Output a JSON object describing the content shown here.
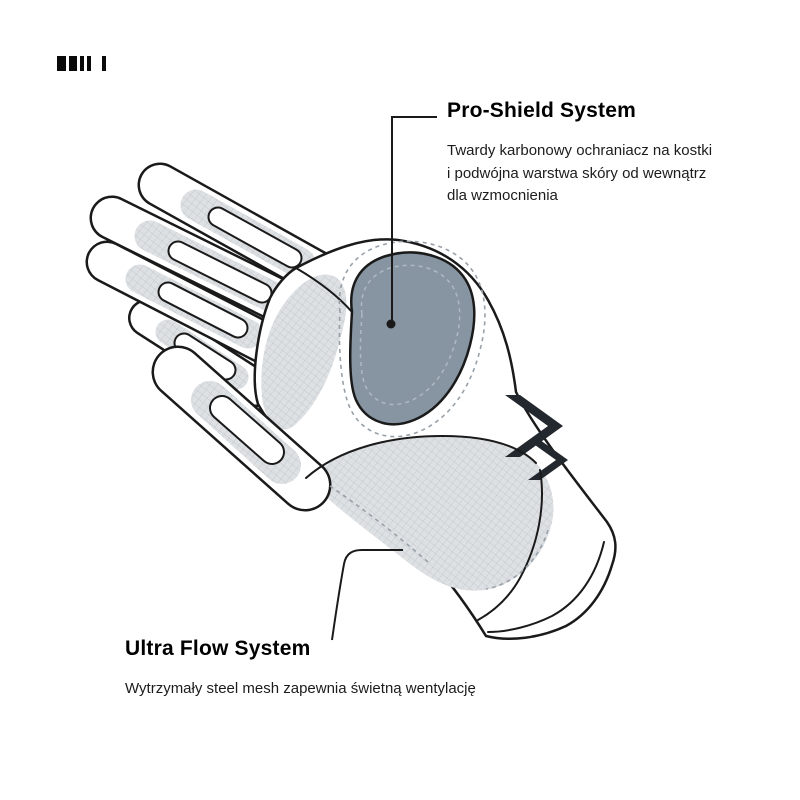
{
  "icons": {
    "brand_logo": "vertical-bars-mark"
  },
  "colors": {
    "background": "#ffffff",
    "line": "#1a1a1a",
    "mesh_fill": "#dee1e4",
    "mesh_grid": "#c5c9ce",
    "protector_fill": "#8795a2",
    "stitch": "#98a1a9",
    "accent_dark": "#23282e"
  },
  "annotations": {
    "pro_shield": {
      "title": "Pro-Shield System",
      "description_lines": [
        "Twardy karbonowy ochraniacz na kostki",
        "i podwójna warstwa skóry od wewnątrz",
        "dla wzmocnienia"
      ]
    },
    "ultra_flow": {
      "title": "Ultra Flow System",
      "description_lines": [
        "Wytrzymały steel mesh zapewnia świetną wentylację"
      ]
    }
  },
  "illustration": {
    "subject": "motorcycle glove, back of hand view",
    "labeled_parts": {
      "pro_shield_target": "knuckle protector",
      "ultra_flow_target": "mesh panel on back of hand"
    }
  }
}
